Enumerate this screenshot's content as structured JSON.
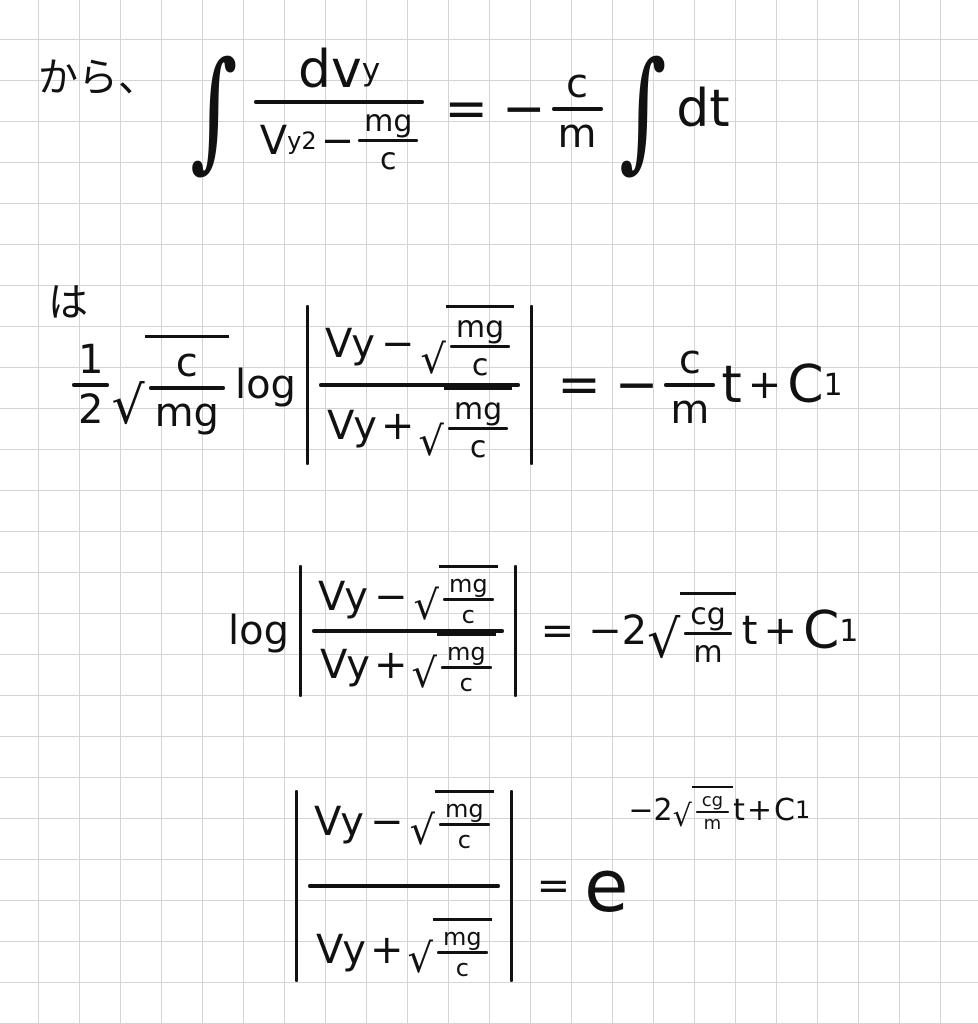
{
  "intro": "から、",
  "connector": "は",
  "eq1": {
    "integral": "∫",
    "num": "dv",
    "num_sub": "y",
    "den_v": "V",
    "den_sub": "y",
    "den_sup": "2",
    "den_minus": "−",
    "mg": "mg",
    "c": "c",
    "eq": "=",
    "minus": "−",
    "rhs_num": "c",
    "rhs_den": "m",
    "dt": "dt"
  },
  "eq2": {
    "half_num": "1",
    "half_den": "2",
    "sqrt_num": "c",
    "sqrt_den": "mg",
    "log": "log",
    "vy": "Vy",
    "minus": "−",
    "plus": "+",
    "mg": "mg",
    "c": "c",
    "eq": "=",
    "rhs_minus": "−",
    "rhs_num": "c",
    "rhs_den": "m",
    "t": "t",
    "plus2": "+",
    "C": "C",
    "C_sub": "1"
  },
  "eq3": {
    "log": "log",
    "vy": "Vy",
    "minus": "−",
    "plus": "+",
    "mg": "mg",
    "c": "c",
    "eq": "=",
    "coef": "−2",
    "sqrt_num": "cg",
    "sqrt_den": "m",
    "t": "t",
    "plus2": "+",
    "C": "C",
    "C_sub": "1"
  },
  "eq4": {
    "vy": "Vy",
    "minus": "−",
    "plus": "+",
    "mg": "mg",
    "c": "c",
    "eq": "=",
    "e": "e",
    "exp_coef": "−2",
    "exp_sqrt_num": "cg",
    "exp_sqrt_den": "m",
    "exp_t": "t",
    "exp_plus": "+",
    "exp_C": "C",
    "exp_C_sub": "1"
  }
}
